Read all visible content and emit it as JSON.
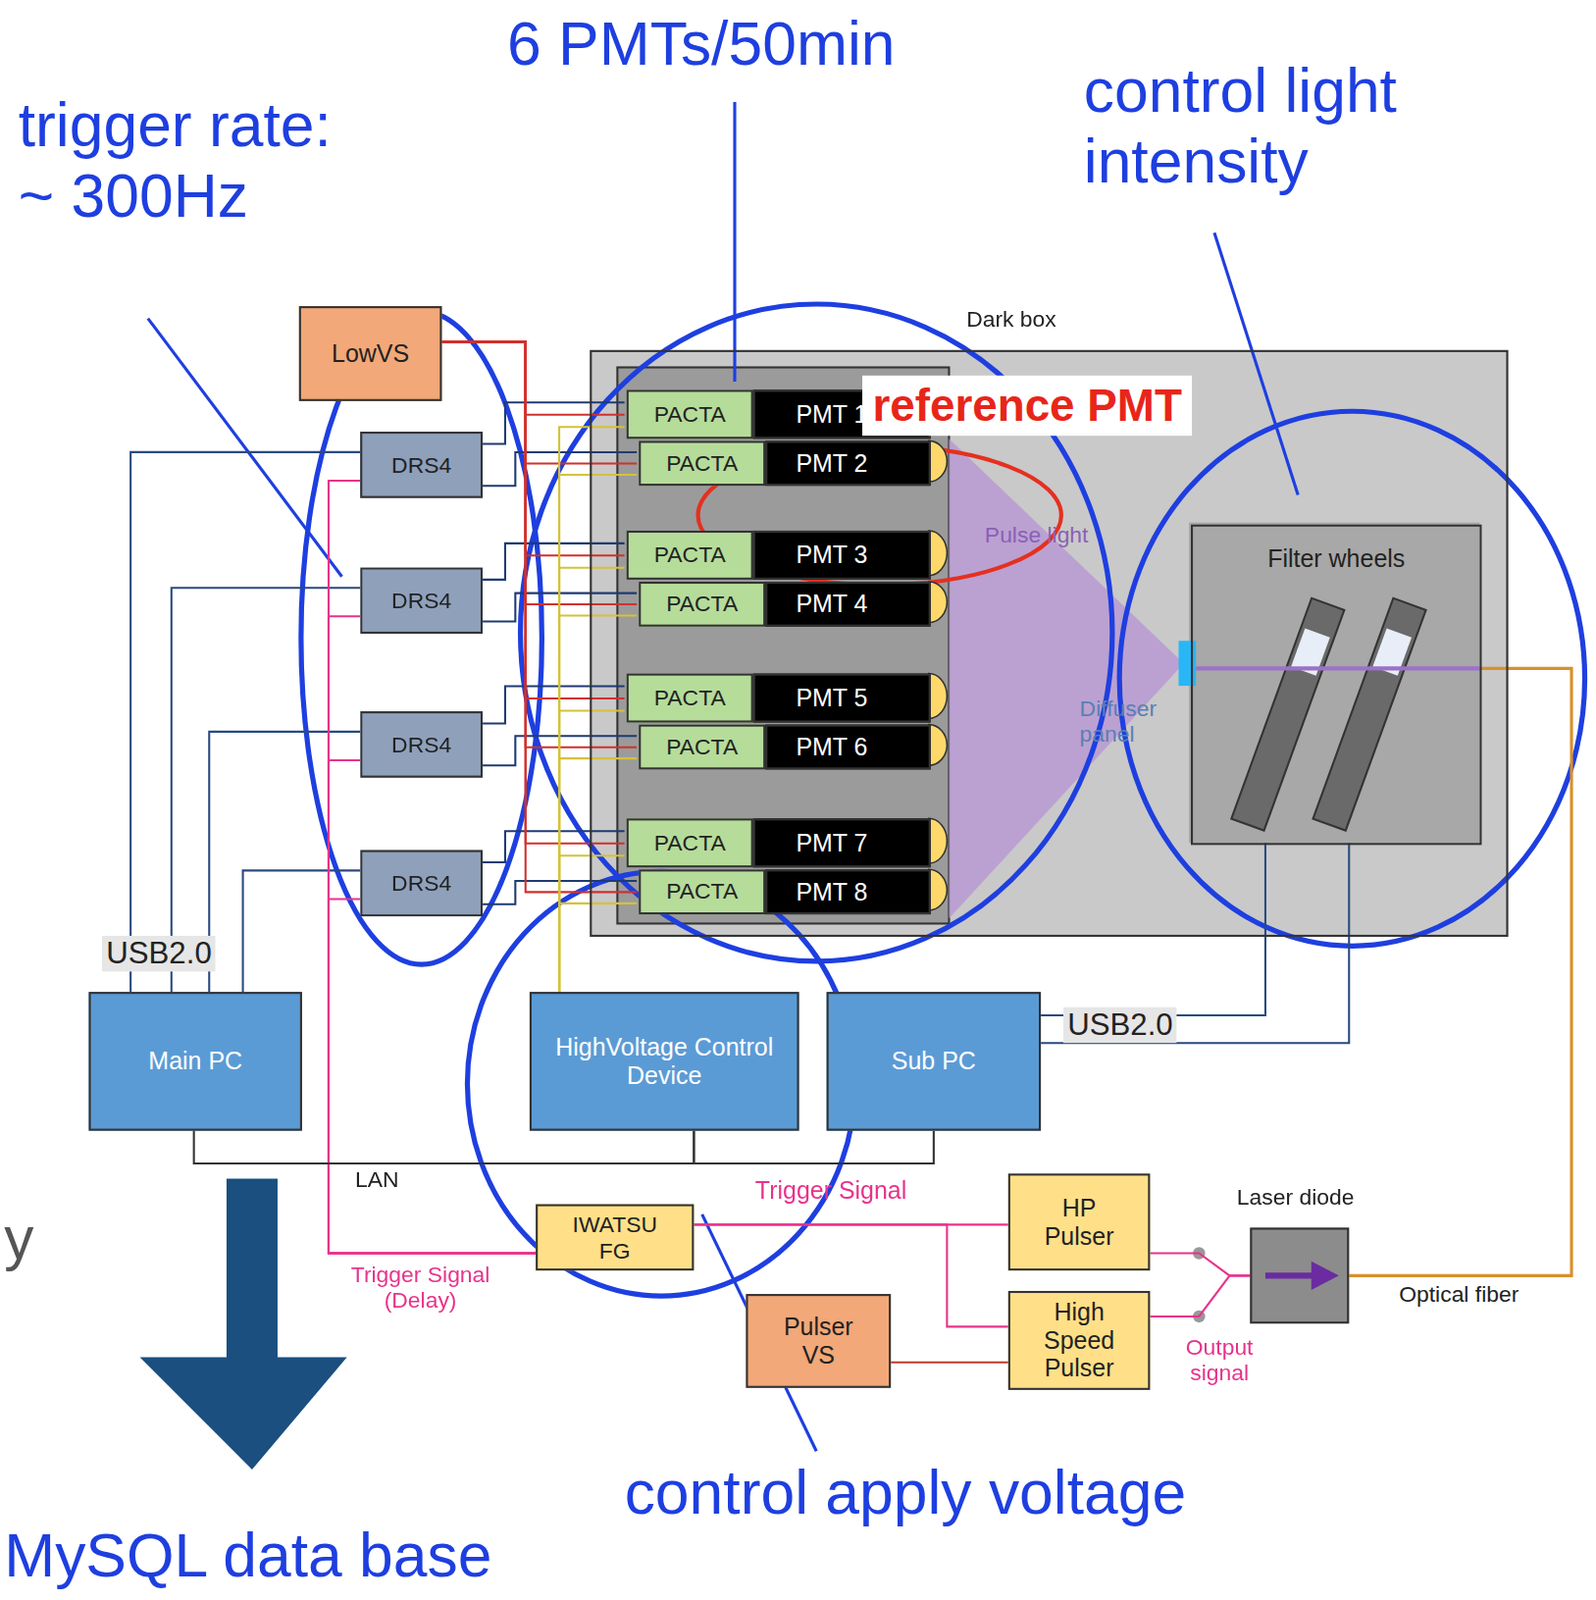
{
  "diagram": {
    "nodes": [
      {
        "text": [
          "LowVS"
        ]
      },
      {
        "text": [
          "DRS4"
        ]
      },
      {
        "text": [
          "DRS4"
        ]
      },
      {
        "text": [
          "DRS4"
        ]
      },
      {
        "text": [
          "DRS4"
        ]
      },
      {
        "text": [
          "Dark box"
        ]
      },
      {
        "text": [
          "PACTA"
        ],
        "in": 5
      },
      {
        "text": [
          "PMT 1"
        ],
        "in": 5
      },
      {
        "text": [
          "PACTA"
        ],
        "in": 5
      },
      {
        "text": [
          "PMT 2"
        ],
        "in": 5
      },
      {
        "text": [
          "PACTA"
        ],
        "in": 5
      },
      {
        "text": [
          "PMT 3"
        ],
        "in": 5
      },
      {
        "text": [
          "PACTA"
        ],
        "in": 5
      },
      {
        "text": [
          "PMT 4"
        ],
        "in": 5
      },
      {
        "text": [
          "PACTA"
        ],
        "in": 5
      },
      {
        "text": [
          "PMT 5"
        ],
        "in": 5
      },
      {
        "text": [
          "PACTA"
        ],
        "in": 5
      },
      {
        "text": [
          "PMT 6"
        ],
        "in": 5
      },
      {
        "text": [
          "PACTA"
        ],
        "in": 5
      },
      {
        "text": [
          "PMT 7"
        ],
        "in": 5
      },
      {
        "text": [
          "PACTA"
        ],
        "in": 5
      },
      {
        "text": [
          "PMT 8"
        ],
        "in": 5
      },
      {
        "text": [
          "Filter wheels"
        ],
        "in": 5
      },
      {
        "text": [
          "Main PC"
        ]
      },
      {
        "text": [
          "HighVoltage Control Device"
        ]
      },
      {
        "text": [
          "Sub PC"
        ]
      },
      {
        "text": [
          "IWATSU FG"
        ]
      },
      {
        "text": [
          "HP Pulser"
        ]
      },
      {
        "text": [
          "Laser diode"
        ]
      },
      {
        "text": [
          "High Speed Pulser"
        ]
      },
      {
        "text": [
          "Pulser VS"
        ]
      }
    ],
    "edges": [
      {
        "from": 1,
        "to": 6,
        "arrow": "none"
      },
      {
        "from": 1,
        "to": 8,
        "arrow": "none"
      },
      {
        "from": 2,
        "to": 10,
        "arrow": "none"
      },
      {
        "from": 2,
        "to": 12,
        "arrow": "none"
      },
      {
        "from": 3,
        "to": 14,
        "arrow": "none"
      },
      {
        "from": 3,
        "to": 16,
        "arrow": "none"
      },
      {
        "from": 4,
        "to": 18,
        "arrow": "none"
      },
      {
        "from": 4,
        "to": 20,
        "arrow": "none"
      },
      {
        "from": 23,
        "to": 1,
        "arrow": "none"
      },
      {
        "from": 23,
        "to": 2,
        "arrow": "none"
      },
      {
        "from": 23,
        "to": 3,
        "arrow": "none"
      },
      {
        "from": 23,
        "to": 4,
        "arrow": "none"
      },
      {
        "from": 0,
        "to": 6,
        "arrow": "none"
      },
      {
        "from": 0,
        "to": 8,
        "arrow": "none"
      },
      {
        "from": 0,
        "to": 10,
        "arrow": "none"
      },
      {
        "from": 0,
        "to": 12,
        "arrow": "none"
      },
      {
        "from": 0,
        "to": 14,
        "arrow": "none"
      },
      {
        "from": 0,
        "to": 16,
        "arrow": "none"
      },
      {
        "from": 0,
        "to": 18,
        "arrow": "none"
      },
      {
        "from": 0,
        "to": 20,
        "arrow": "none"
      },
      {
        "from": 24,
        "to": 6,
        "arrow": "none"
      },
      {
        "from": 24,
        "to": 8,
        "arrow": "none"
      },
      {
        "from": 24,
        "to": 10,
        "arrow": "none"
      },
      {
        "from": 24,
        "to": 12,
        "arrow": "none"
      },
      {
        "from": 24,
        "to": 14,
        "arrow": "none"
      },
      {
        "from": 24,
        "to": 16,
        "arrow": "none"
      },
      {
        "from": 24,
        "to": 18,
        "arrow": "none"
      },
      {
        "from": 24,
        "to": 20,
        "arrow": "none"
      },
      {
        "from": 26,
        "to": 1,
        "arrow": "none"
      },
      {
        "from": 26,
        "to": 2,
        "arrow": "none"
      },
      {
        "from": 26,
        "to": 3,
        "arrow": "none"
      },
      {
        "from": 26,
        "to": 4,
        "arrow": "none"
      },
      {
        "from": 23,
        "to": 24,
        "arrow": "none"
      },
      {
        "from": 24,
        "to": 25,
        "arrow": "none"
      },
      {
        "from": 25,
        "to": 22,
        "arrow": "none"
      },
      {
        "from": 25,
        "to": 22,
        "arrow": "none"
      },
      {
        "from": 26,
        "to": 27,
        "label": "Trigger Signal",
        "arrow": "none"
      },
      {
        "from": 26,
        "to": 29,
        "arrow": "none"
      },
      {
        "from": 30,
        "to": 29,
        "arrow": "none"
      },
      {
        "from": 27,
        "to": 28,
        "arrow": "none"
      },
      {
        "from": 29,
        "to": 28,
        "arrow": "none"
      },
      {
        "from": 28,
        "to": 22,
        "arrow": "none"
      }
    ],
    "labels": [
      "6 PMTs/50min",
      "trigger rate: ~ 300Hz",
      "control light intensity",
      "reference PMT",
      "Pulse light",
      "Diffuser panel",
      "USB2.0",
      "USB2.0",
      "LAN",
      "Trigger Signal (Delay)",
      "Output signal",
      "Optical fiber",
      "control apply voltage",
      "MySQL data base",
      "y"
    ]
  }
}
